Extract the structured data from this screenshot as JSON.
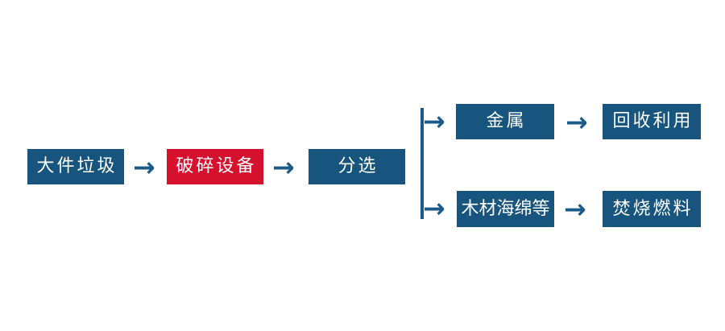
{
  "colors": {
    "box_blue": "#17547E",
    "box_red": "#D5112E",
    "arrow_blue": "#1B5A89",
    "text_white": "#FFFFFF"
  },
  "flow": {
    "arrow_glyph": "→",
    "nodes": [
      {
        "id": "bulky-waste",
        "label": "大件垃圾",
        "variant": "blue"
      },
      {
        "id": "crushing-equipment",
        "label": "破碎设备",
        "variant": "red"
      },
      {
        "id": "sorting",
        "label": "分选",
        "variant": "blue"
      },
      {
        "id": "metal",
        "label": "金属",
        "variant": "blue"
      },
      {
        "id": "recycling",
        "label": "回收利用",
        "variant": "blue"
      },
      {
        "id": "wood-sponge-etc",
        "label": "木材海绵等",
        "variant": "blue"
      },
      {
        "id": "incineration-fuel",
        "label": "焚烧燃料",
        "variant": "blue"
      }
    ]
  }
}
